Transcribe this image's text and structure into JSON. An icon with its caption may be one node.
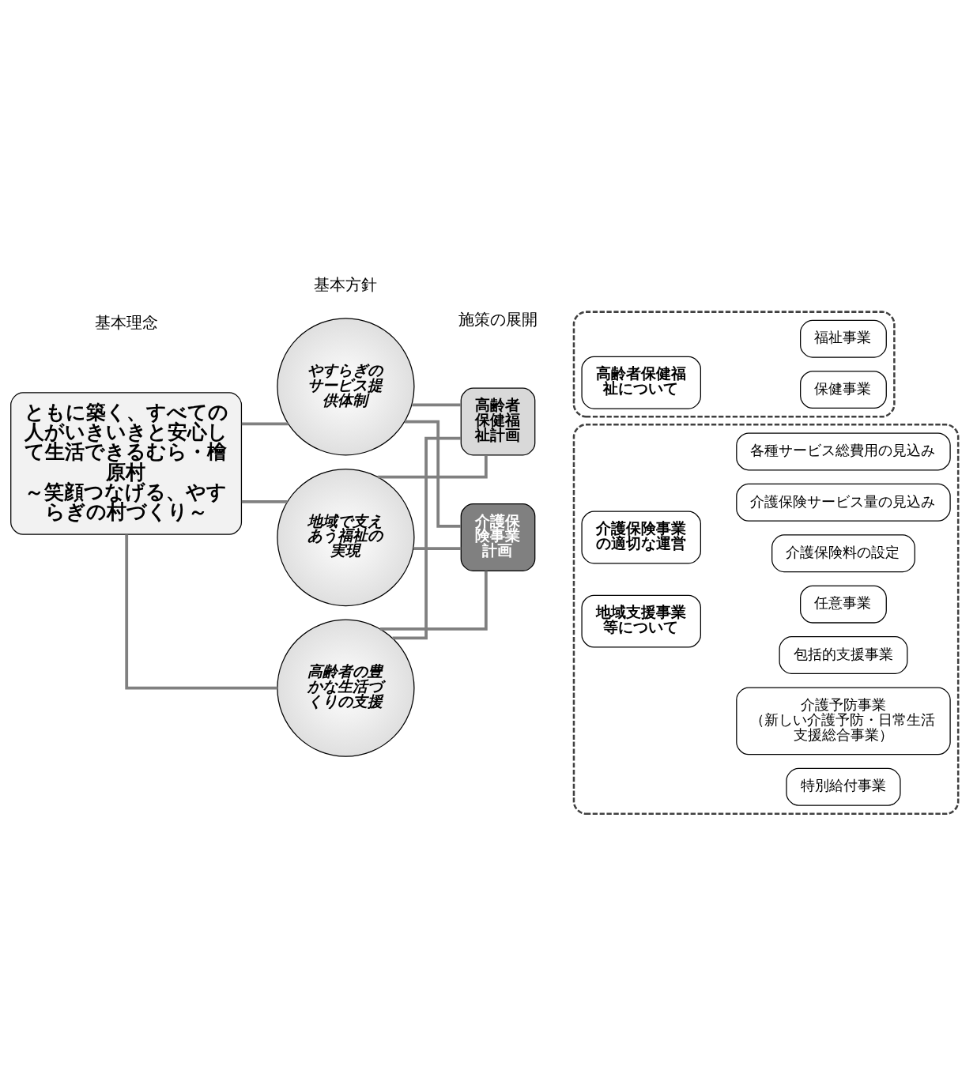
{
  "diagram": {
    "nodes": [
      {
        "text": [
          "ともに築く、すべての人がいきいきと安心して生活できるむら・檜原村",
          "～笑顔つなげる、やすらぎの村づくり～"
        ]
      },
      {
        "text": [
          "やすらぎのサービス提供体制"
        ]
      },
      {
        "text": [
          "地域で支えあう福祉の実現"
        ]
      },
      {
        "text": [
          "高齢者の豊かな生活づくりの支援"
        ]
      },
      {
        "text": [
          "高齢者保健福祉計画"
        ]
      },
      {
        "text": [],
        "shape": "box"
      },
      {
        "text": [
          "高齢者保健福祉について"
        ],
        "in": 5
      },
      {
        "text": [
          "保健事業"
        ],
        "in": 5
      },
      {
        "text": [
          "福祉事業"
        ],
        "in": 5
      },
      {
        "text": [
          "介護保険事業計画"
        ]
      },
      {
        "text": [],
        "shape": "box"
      },
      {
        "text": [
          "地域支援事業等について"
        ],
        "in": 10
      },
      {
        "text": [
          "介護予防事業",
          "（新しい介護予防・日常生活支援総合事業）"
        ],
        "in": 10
      },
      {
        "text": [
          "包括的支援事業"
        ],
        "in": 10
      },
      {
        "text": [
          "任意事業"
        ],
        "in": 10
      },
      {
        "text": [
          "特別給付事業"
        ],
        "in": 10
      },
      {
        "text": [
          "介護保険事業の適切な運営"
        ],
        "in": 10
      },
      {
        "text": [
          "介護保険サービス量の見込み"
        ],
        "in": 10
      },
      {
        "text": [
          "各種サービス総費用の見込み"
        ],
        "in": 10
      },
      {
        "text": [
          "介護保険料の設定"
        ],
        "in": 10
      }
    ],
    "edges": [
      {
        "from": 0,
        "to": 1,
        "arrow": "none"
      },
      {
        "from": 0,
        "to": 2,
        "arrow": "none"
      },
      {
        "from": 0,
        "to": 3,
        "arrow": "none"
      },
      {
        "from": 1,
        "to": 4,
        "arrow": "none"
      },
      {
        "from": 2,
        "to": 4,
        "arrow": "none"
      },
      {
        "from": 3,
        "to": 4,
        "arrow": "none"
      },
      {
        "from": 1,
        "to": 9,
        "arrow": "none"
      },
      {
        "from": 2,
        "to": 9,
        "arrow": "none"
      },
      {
        "from": 3,
        "to": 9,
        "arrow": "none"
      }
    ],
    "labels": [
      "基本理念",
      "基本方針",
      "施策の展開"
    ]
  }
}
